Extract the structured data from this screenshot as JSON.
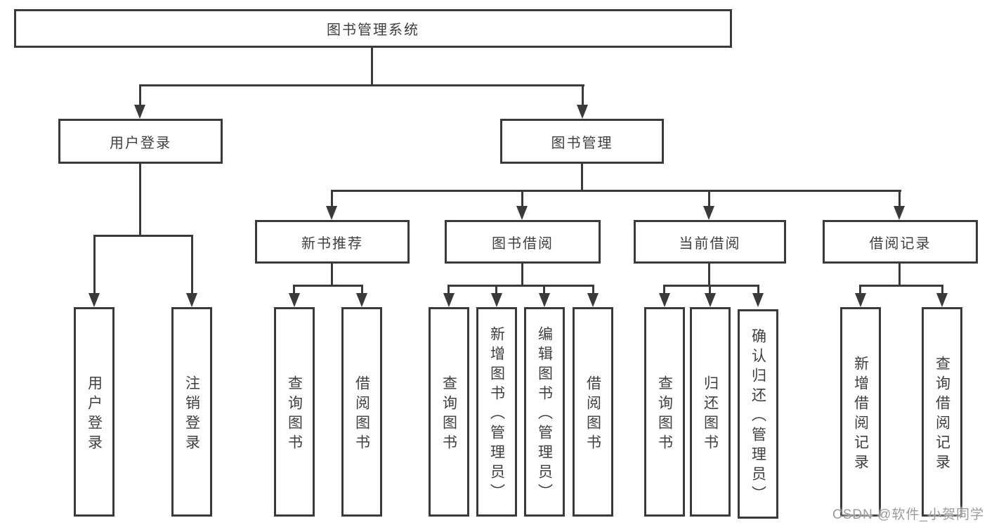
{
  "tree": {
    "root": {
      "label": "图书管理系统"
    },
    "level2": [
      {
        "label": "用户登录",
        "children": [
          {
            "label": "用户登录"
          },
          {
            "label": "注销登录"
          }
        ]
      },
      {
        "label": "图书管理",
        "children": [
          {
            "label": "新书推荐",
            "children": [
              {
                "label": "查询图书"
              },
              {
                "label": "借阅图书"
              }
            ]
          },
          {
            "label": "图书借阅",
            "children": [
              {
                "label": "查询图书"
              },
              {
                "label": "新增图书（管理员）"
              },
              {
                "label": "编辑图书（管理员）"
              },
              {
                "label": "借阅图书"
              }
            ]
          },
          {
            "label": "当前借阅",
            "children": [
              {
                "label": "查询图书"
              },
              {
                "label": "归还图书"
              },
              {
                "label": "确认归还（管理员）"
              }
            ]
          },
          {
            "label": "借阅记录",
            "children": [
              {
                "label": "新增借阅记录"
              },
              {
                "label": "查询借阅记录"
              }
            ]
          }
        ]
      }
    ]
  },
  "watermark": {
    "text": "CSDN @软件_小贺同学"
  },
  "colors": {
    "line": "#3a3a3a",
    "text": "#3f3f3f",
    "background": "#ffffff",
    "watermark": "#969696"
  }
}
